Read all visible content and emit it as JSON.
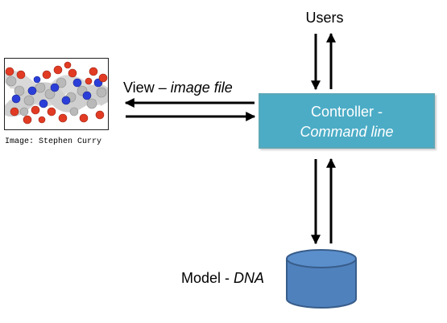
{
  "users": {
    "label": "Users"
  },
  "view": {
    "prefix": "View – ",
    "subject": "image file"
  },
  "controller": {
    "line1": "Controller -",
    "line2": "Command line"
  },
  "model": {
    "prefix": "Model - ",
    "subject": "DNA"
  },
  "image": {
    "caption": "Image: Stephen Curry",
    "icon": "dna-molecule-rendering"
  },
  "colors": {
    "controller_fill": "#4cacc6",
    "controller_border": "#5ea7b7",
    "database_fill": "#4f81bd",
    "database_border": "#385d8a",
    "arrow": "#000000"
  }
}
